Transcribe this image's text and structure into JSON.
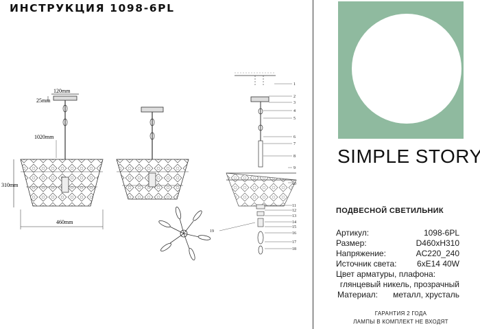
{
  "header": {
    "title": "ИНСТРУКЦИЯ 1098-6PL"
  },
  "drawing": {
    "dimensions": {
      "top_width": "120mm",
      "canopy_height": "25mm",
      "max_height": "1020mm",
      "body_height": "310mm",
      "diameter": "460mm"
    },
    "callouts": [
      "1",
      "2",
      "3",
      "4",
      "5",
      "6",
      "7",
      "8",
      "9",
      "10",
      "11",
      "12",
      "13",
      "14",
      "15",
      "16",
      "17",
      "18",
      "19"
    ]
  },
  "brand": {
    "name_1": "SIMPLE",
    "name_2": "STORY",
    "colors": {
      "tile": "#8fba9f",
      "circle": "#ffffff"
    }
  },
  "product": {
    "type": "ПОДВЕСНОЙ СВЕТИЛЬНИК"
  },
  "specs": [
    {
      "label": "Артикул:",
      "value": "1098-6PL"
    },
    {
      "label": "Размер:",
      "value": "D460xH310"
    },
    {
      "label": "Напряжение:",
      "value": "AC220_240"
    },
    {
      "label": "Источник света:",
      "value": "6xE14 40W"
    }
  ],
  "color_spec": {
    "label": "Цвет арматуры, плафона:",
    "value": "глянцевый никель, прозрачный"
  },
  "material": {
    "label": "Материал:",
    "value": "металл, хрусталь"
  },
  "footer": {
    "warranty": "ГАРАНТИЯ 2 ГОДА",
    "lamps": "ЛАМПЫ В КОМПЛЕКТ НЕ ВХОДЯТ"
  }
}
